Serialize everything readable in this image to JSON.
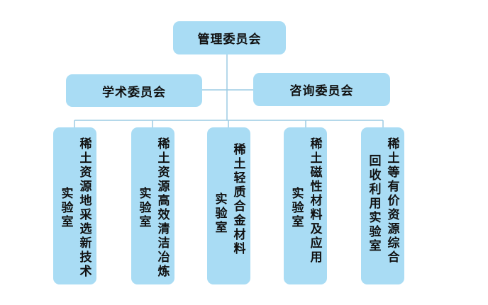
{
  "colors": {
    "box_fill": "#a9dcf4",
    "line": "#9ccbe3",
    "text": "#111111"
  },
  "top": {
    "label": "管理委员会"
  },
  "committees": {
    "left": "学术委员会",
    "right": "咨询委员会"
  },
  "labs": [
    {
      "line1": "稀土资源地采选新技术",
      "line2": "实验室"
    },
    {
      "line1": "稀土资源高效清洁冶炼",
      "line2": "实验室"
    },
    {
      "line1": "稀土轻质合金材料",
      "line2": "实验室"
    },
    {
      "line1": "稀土磁性材料及应用",
      "line2": "实验室"
    },
    {
      "line1": "稀土等有价资源综合",
      "line2": "回收利用实验室"
    }
  ]
}
